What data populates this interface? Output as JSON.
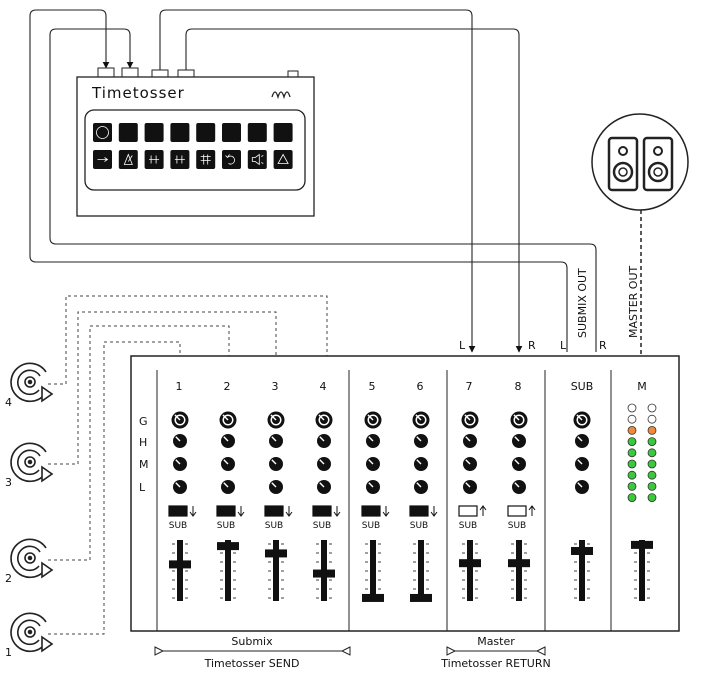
{
  "device": {
    "name": "Timetosser",
    "logo_icon": "wave-logo-icon",
    "pad_icons_top": [
      "circle-icon",
      "square-icon",
      "square-icon",
      "square-icon",
      "square-icon",
      "square-icon",
      "square-icon",
      "square-icon"
    ],
    "pad_icons_bottom": [
      "arrow-right-icon",
      "metronome-icon",
      "tap-icon",
      "tap-icon",
      "grid-icon",
      "undo-icon",
      "speaker-icon",
      "warning-icon"
    ]
  },
  "speaker": {
    "icon": "speaker-pair-icon"
  },
  "labels": {
    "submix_out": "SUBMIX OUT",
    "master_out": "MASTER OUT",
    "L": "L",
    "R": "R"
  },
  "mixer": {
    "channels": [
      {
        "label": "1",
        "sub": "SUB",
        "sub_state": "filled",
        "fader": 0.6
      },
      {
        "label": "2",
        "sub": "SUB",
        "sub_state": "filled",
        "fader": 0.9
      },
      {
        "label": "3",
        "sub": "SUB",
        "sub_state": "filled",
        "fader": 0.78
      },
      {
        "label": "4",
        "sub": "SUB",
        "sub_state": "filled",
        "fader": 0.45
      },
      {
        "label": "5",
        "sub": "SUB",
        "sub_state": "filled",
        "fader": 0.05
      },
      {
        "label": "6",
        "sub": "SUB",
        "sub_state": "filled",
        "fader": 0.05
      },
      {
        "label": "7",
        "sub": "SUB",
        "sub_state": "outline",
        "fader": 0.62
      },
      {
        "label": "8",
        "sub": "SUB",
        "sub_state": "outline",
        "fader": 0.62
      }
    ],
    "sub_channel": {
      "label": "SUB",
      "fader": 0.82
    },
    "master_channel": {
      "label": "M",
      "fader": 0.92
    },
    "eq_labels": [
      "G",
      "H",
      "M",
      "L"
    ],
    "meter_colors": [
      "#ffffff",
      "#ffffff",
      "#f08a3a",
      "#3cc83c",
      "#3cc83c",
      "#3cc83c",
      "#3cc83c",
      "#3cc83c",
      "#3cc83c"
    ],
    "groups": {
      "submix": "Submix",
      "send": "Timetosser SEND",
      "master": "Master",
      "return": "Timetosser RETURN"
    }
  },
  "players": [
    {
      "label": "4",
      "icon": "turntable-icon"
    },
    {
      "label": "3",
      "icon": "turntable-icon"
    },
    {
      "label": "2",
      "icon": "turntable-icon"
    },
    {
      "label": "1",
      "icon": "turntable-icon"
    }
  ]
}
